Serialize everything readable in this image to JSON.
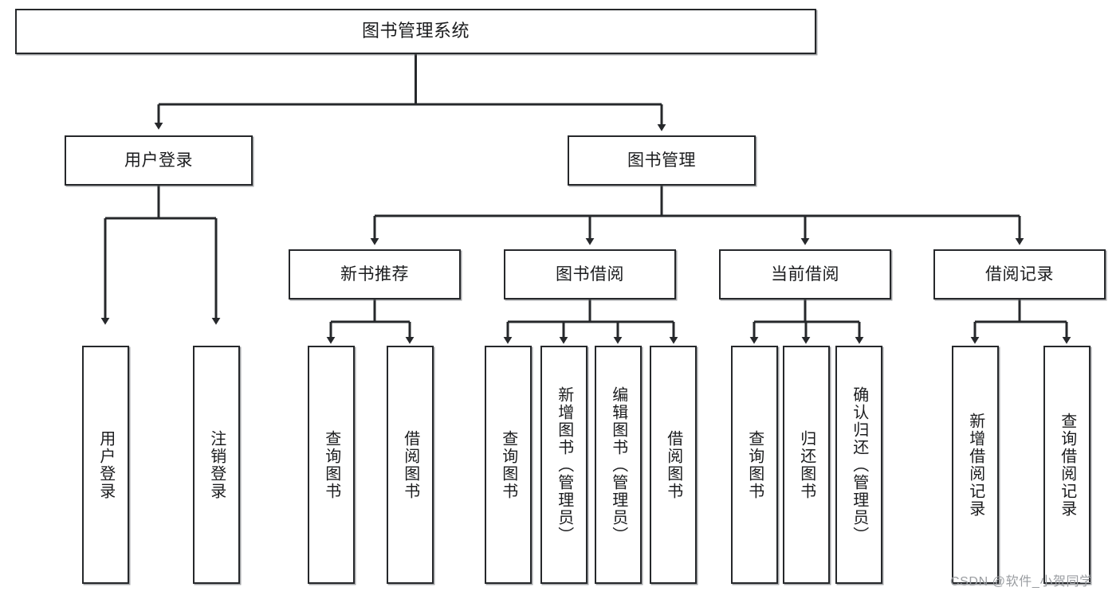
{
  "diagram": {
    "type": "tree-hierarchy-chart",
    "title": "图书管理系统",
    "orientation": "top-down",
    "colors": {
      "box_border": "#26282b",
      "box_fill": "#ffffff",
      "connector": "#26282b",
      "text": "#1b1c1e",
      "watermark": "#9a9da1",
      "canvas": "#ffffff"
    },
    "root": {
      "label": "图书管理系统"
    },
    "level2": [
      {
        "label": "用户登录"
      },
      {
        "label": "图书管理"
      }
    ],
    "level3": [
      {
        "label": "新书推荐"
      },
      {
        "label": "图书借阅"
      },
      {
        "label": "当前借阅"
      },
      {
        "label": "借阅记录"
      }
    ],
    "leaves": {
      "user_login": [
        {
          "label": "用户登录"
        },
        {
          "label": "注销登录"
        }
      ],
      "new_book_recommend": [
        {
          "label": "查询图书"
        },
        {
          "label": "借阅图书"
        }
      ],
      "book_borrow": [
        {
          "label": "查询图书"
        },
        {
          "label": "新增图书（管理员）"
        },
        {
          "label": "编辑图书（管理员）"
        },
        {
          "label": "借阅图书"
        }
      ],
      "current_borrow": [
        {
          "label": "查询图书"
        },
        {
          "label": "归还图书"
        },
        {
          "label": "确认归还（管理员）"
        }
      ],
      "borrow_record": [
        {
          "label": "新增借阅记录"
        },
        {
          "label": "查询借阅记录"
        }
      ]
    }
  },
  "watermark": {
    "text": "CSDN @软件_小贺同学"
  }
}
